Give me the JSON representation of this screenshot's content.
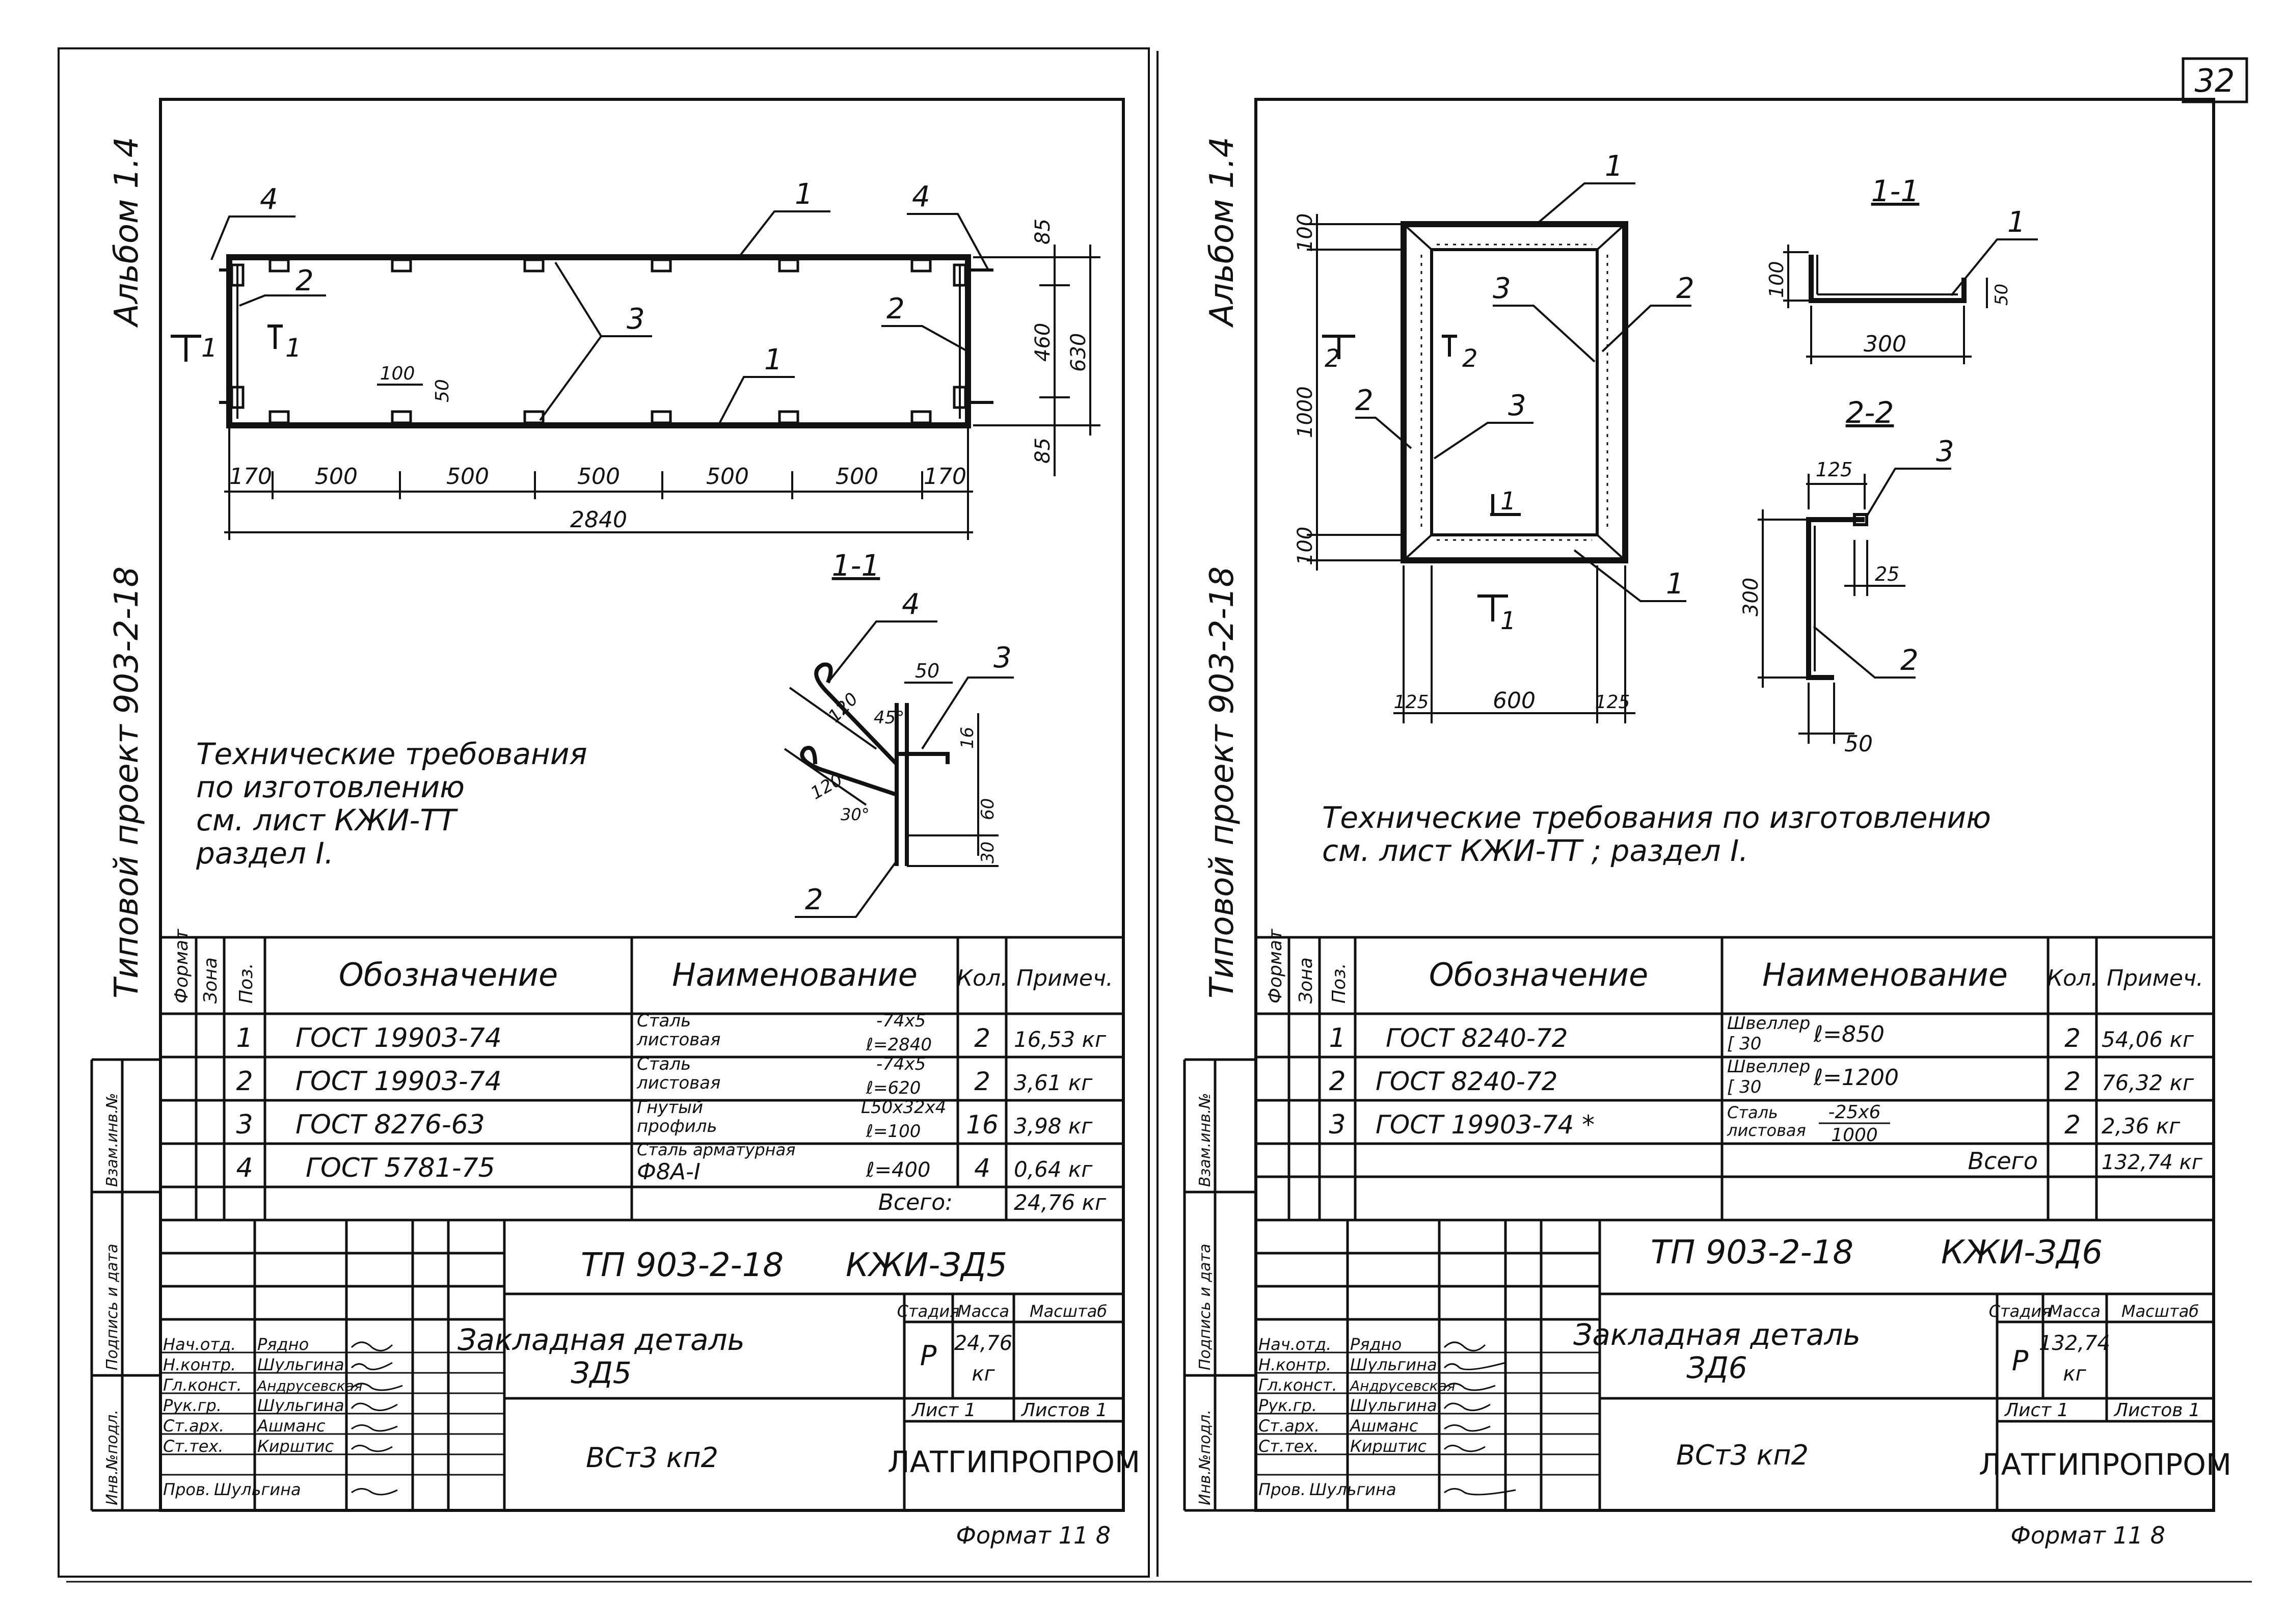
{
  "sheet_number": "32",
  "left": {
    "album": "Альбом 1.4",
    "project": "Типовой проект 903-2-18",
    "plan": {
      "leaders": [
        "4",
        "1",
        "4",
        "2",
        "3",
        "2",
        "1"
      ],
      "cut_mark": "1",
      "dims_bottom": [
        "170",
        "500",
        "500",
        "500",
        "500",
        "500",
        "170"
      ],
      "dim_total": "2840",
      "dims_right": [
        "85",
        "460",
        "630",
        "85"
      ],
      "dim_plate": "100",
      "dim_plate2": "50"
    },
    "section_title": "1-1",
    "section": {
      "labels": [
        "4",
        "3",
        "2"
      ],
      "dims": [
        "50",
        "45°",
        "120",
        "16",
        "120",
        "30°",
        "60",
        "30"
      ]
    },
    "tech": [
      "Технические требования",
      "по изготовлению",
      "см. лист   КЖИ-ТТ",
      "раздел I."
    ],
    "spec": {
      "headers": [
        "Формат",
        "Зона",
        "Поз.",
        "Обозначение",
        "Наименование",
        "Кол.",
        "Примеч."
      ],
      "rows": [
        {
          "pos": "1",
          "des": "ГОСТ 19903-74",
          "name1": "Сталь",
          "name2": "листовая",
          "name3": "-74х5",
          "name4": "ℓ=2840",
          "qty": "2",
          "note": "16,53 кг"
        },
        {
          "pos": "2",
          "des": "ГОСТ 19903-74",
          "name1": "Сталь",
          "name2": "листовая",
          "name3": "-74х5",
          "name4": "ℓ=620",
          "qty": "2",
          "note": "3,61 кг"
        },
        {
          "pos": "3",
          "des": "ГОСТ 8276-63",
          "name1": "Гнутый",
          "name2": "профиль",
          "name3": "L50х32х4",
          "name4": "ℓ=100",
          "qty": "16",
          "note": "3,98 кг"
        },
        {
          "pos": "4",
          "des": "ГОСТ 5781-75",
          "name1": "Сталь арматурная",
          "name2": "Ф8А-I",
          "name3": "",
          "name4": "ℓ=400",
          "qty": "4",
          "note": "0,64 кг"
        }
      ],
      "total_label": "Всего:",
      "total_value": "24,76 кг"
    },
    "stamp": {
      "code": "ТП 903-2-18",
      "mark": "КЖИ-ЗД5",
      "title1": "Закладная деталь",
      "title2": "ЗД5",
      "material": "ВСт3 кп2",
      "hdr_stage": "Стадия",
      "hdr_mass": "Масса",
      "hdr_scale": "Масштаб",
      "stage": "Р",
      "mass": "24,76",
      "mass_unit": "кг",
      "sheet": "Лист 1",
      "sheets": "Листов 1",
      "org": "ЛАТГИПРОПРОМ",
      "format": "Формат 11 8",
      "roles": [
        "Нач.отд.",
        "Н.контр.",
        "Гл.конст.",
        "Рук.гр.",
        "Ст.арх.",
        "Ст.тех."
      ],
      "names": [
        "Рядно",
        "Шульгина",
        "Андрусевская",
        "Шульгина",
        "Ашманс",
        "Кирштис"
      ],
      "checked_role": "Пров.",
      "checked_name": "Шульгина",
      "side_fields": [
        "Взам.инв.№",
        "Подпись и дата",
        "Инв.№подл."
      ]
    }
  },
  "right": {
    "album": "Альбом 1.4",
    "project": "Типовой проект 903-2-18",
    "plan": {
      "leaders": [
        "1",
        "3",
        "2",
        "2",
        "3",
        "1"
      ],
      "cut_marks": [
        "2",
        "2",
        "1",
        "1"
      ],
      "dims_left": [
        "100",
        "1000",
        "100"
      ],
      "dims_bottom": [
        "125",
        "600",
        "125"
      ]
    },
    "section1_title": "1-1",
    "section1": {
      "label": "1",
      "dims": [
        "100",
        "300",
        "50"
      ]
    },
    "section2_title": "2-2",
    "section2": {
      "labels": [
        "3",
        "2"
      ],
      "dims": [
        "125",
        "300",
        "25",
        "50"
      ]
    },
    "tech": [
      "Технические требования по изготовлению",
      "см. лист    КЖИ-ТТ ; раздел I."
    ],
    "spec": {
      "headers": [
        "Формат",
        "Зона",
        "Поз.",
        "Обозначение",
        "Наименование",
        "Кол.",
        "Примеч."
      ],
      "rows": [
        {
          "pos": "1",
          "des": "ГОСТ 8240-72",
          "name1": "Швеллер",
          "name2": "[ 30",
          "name3": "ℓ=850",
          "name4": "",
          "qty": "2",
          "note": "54,06 кг"
        },
        {
          "pos": "2",
          "des": "ГОСТ 8240-72",
          "name1": "Швеллер",
          "name2": "[ 30",
          "name3": "ℓ=1200",
          "name4": "",
          "qty": "2",
          "note": "76,32 кг"
        },
        {
          "pos": "3",
          "des": "ГОСТ 19903-74 *",
          "name1": "Сталь",
          "name2": "листовая",
          "name3": "-25х6",
          "name4": "1000",
          "qty": "2",
          "note": "2,36 кг"
        }
      ],
      "total_label": "Всего",
      "total_value": "132,74 кг"
    },
    "stamp": {
      "code": "ТП 903-2-18",
      "mark": "КЖИ-ЗД6",
      "title1": "Закладная деталь",
      "title2": "ЗД6",
      "material": "ВСт3 кп2",
      "hdr_stage": "Стадия",
      "hdr_mass": "Масса",
      "hdr_scale": "Масштаб",
      "stage": "Р",
      "mass": "132,74",
      "mass_unit": "кг",
      "sheet": "Лист 1",
      "sheets": "Листов 1",
      "org": "ЛАТГИПРОПРОМ",
      "format": "Формат 11 8",
      "roles": [
        "Нач.отд.",
        "Н.контр.",
        "Гл.конст.",
        "Рук.гр.",
        "Ст.арх.",
        "Ст.тех."
      ],
      "names": [
        "Рядно",
        "Шульгина",
        "Андрусевская",
        "Шульгина",
        "Ашманс",
        "Кирштис"
      ],
      "checked_role": "Пров.",
      "checked_name": "Шульгина",
      "side_fields": [
        "Взам.инв.№",
        "Подпись и дата",
        "Инв.№подл."
      ]
    }
  }
}
